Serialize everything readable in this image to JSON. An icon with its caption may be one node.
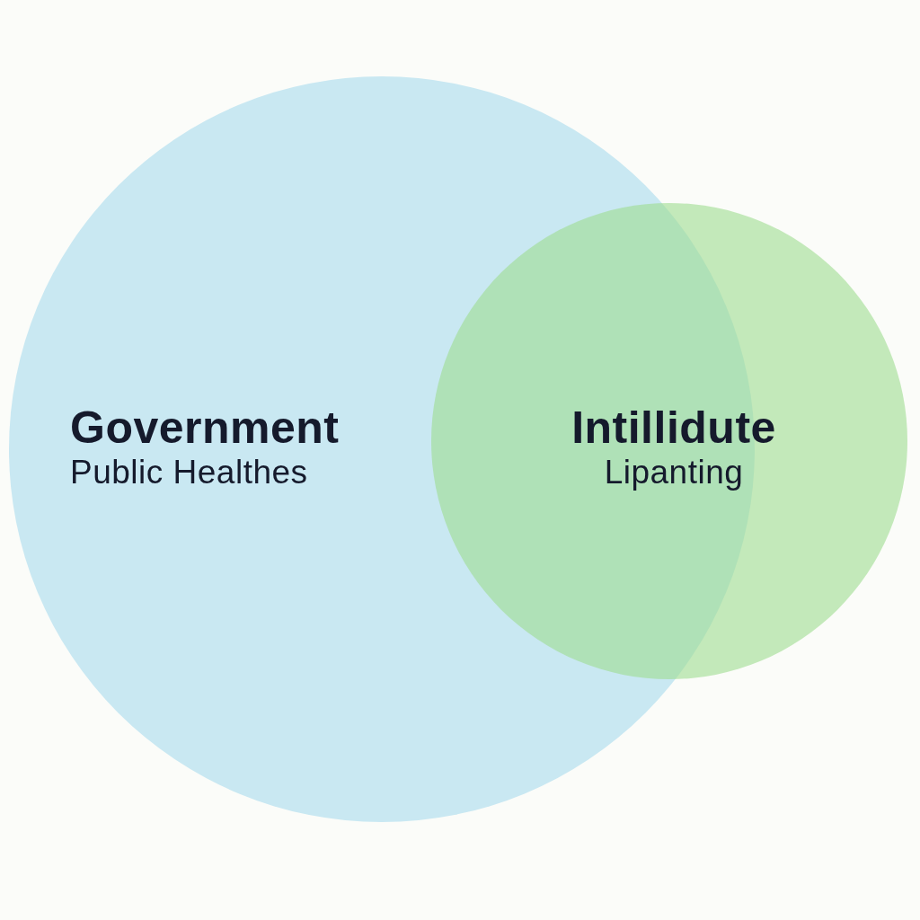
{
  "diagram": {
    "nodes": [
      {
        "text": [
          "Government",
          "Public Healthes"
        ]
      },
      {
        "text": [
          "Intillidute",
          "Lipanting"
        ]
      }
    ]
  }
}
